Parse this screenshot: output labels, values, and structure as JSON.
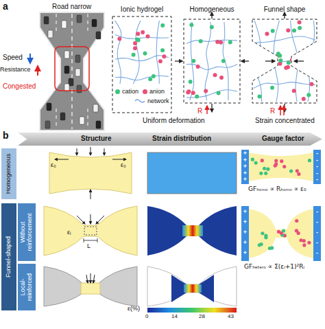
{
  "diagram": {
    "nodes": [
      {
        "text": [
          "Ionic hydrogel"
        ]
      },
      {
        "text": [
          "Homogeneous"
        ]
      },
      {
        "text": [
          "Funnel shape"
        ]
      },
      {
        "text": [
          "Structure",
          "Strain distribution",
          "Gauge factor"
        ]
      },
      {
        "text": [
          "Homogeneous"
        ]
      },
      {
        "text": [
          "Funnel-shaped"
        ]
      },
      {
        "text": [
          "Without reinforcement"
        ]
      },
      {
        "text": [
          "Local-reinforced"
        ]
      }
    ],
    "labels": [
      "a",
      "Road narrow",
      "Speed",
      "Resistance",
      "Congested",
      "R",
      "Uniform deformation",
      "R",
      "Strain concentrated",
      "b",
      "ε₀",
      "ε₀",
      "εᵢ",
      "L",
      "ε(%)",
      "0",
      "14",
      "28",
      "43",
      "GFₕₒₘₒ ∝ Rₕₒₘₒ ∝ ε₀",
      "GFₕₑₜₑᵣₒ ∝ Σ(εᵢ+1)²Rᵢ",
      "+",
      "+",
      "+",
      "+",
      "+",
      "-",
      "-",
      "-",
      "-",
      "-",
      "+",
      "+",
      "+",
      "+",
      "+",
      "-",
      "-",
      "-",
      "-",
      "-"
    ],
    "legend": [
      {
        "text": "cation",
        "color": "#3cc47f"
      },
      {
        "text": "anion",
        "color": "#e8507a"
      },
      {
        "text": "network"
      }
    ]
  }
}
